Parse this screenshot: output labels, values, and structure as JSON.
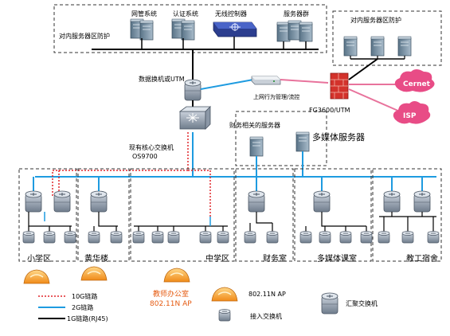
{
  "top_servers": {
    "labels": [
      "网管系统",
      "认证系统",
      "无线控制器",
      "服务器群"
    ],
    "zone_label": "对内服务器区防护"
  },
  "right_servers": {
    "zone_label": "对内服务器区防护"
  },
  "core": {
    "utm_label": "数据换机或UTM",
    "core_label_1": "现有核心交换机",
    "core_label_2": "OS9700",
    "behavior_label": "上网行为管理/流控",
    "firewall_label": "FG3600/UTM",
    "cernet": "Cernet",
    "isp": "ISP"
  },
  "server_zones": {
    "finance_servers": "财务相关的服务器",
    "multimedia_servers": "多媒体服务器"
  },
  "zones": [
    "小学区",
    "黄华楼",
    "中学区",
    "财务室",
    "多媒体课室",
    "教工宿舍"
  ],
  "teacher_office": {
    "line1": "教师办公室",
    "line2": "802.11N  AP"
  },
  "legend": {
    "link_10g": "10G链路",
    "link_2g": "2G链路",
    "link_1g": "1G链路(RJ45)",
    "ap": "802.11N  AP",
    "access_switch": "接入交换机",
    "aggregation_switch": "汇聚交换机"
  },
  "colors": {
    "link_2g": "#1e9be0",
    "link_10g": "#e0262b",
    "link_1g": "#000000",
    "wan_link": "#e8739c",
    "orange_label": "#e55a10",
    "cloud": "#e84c86",
    "ap": "#f39a28"
  }
}
